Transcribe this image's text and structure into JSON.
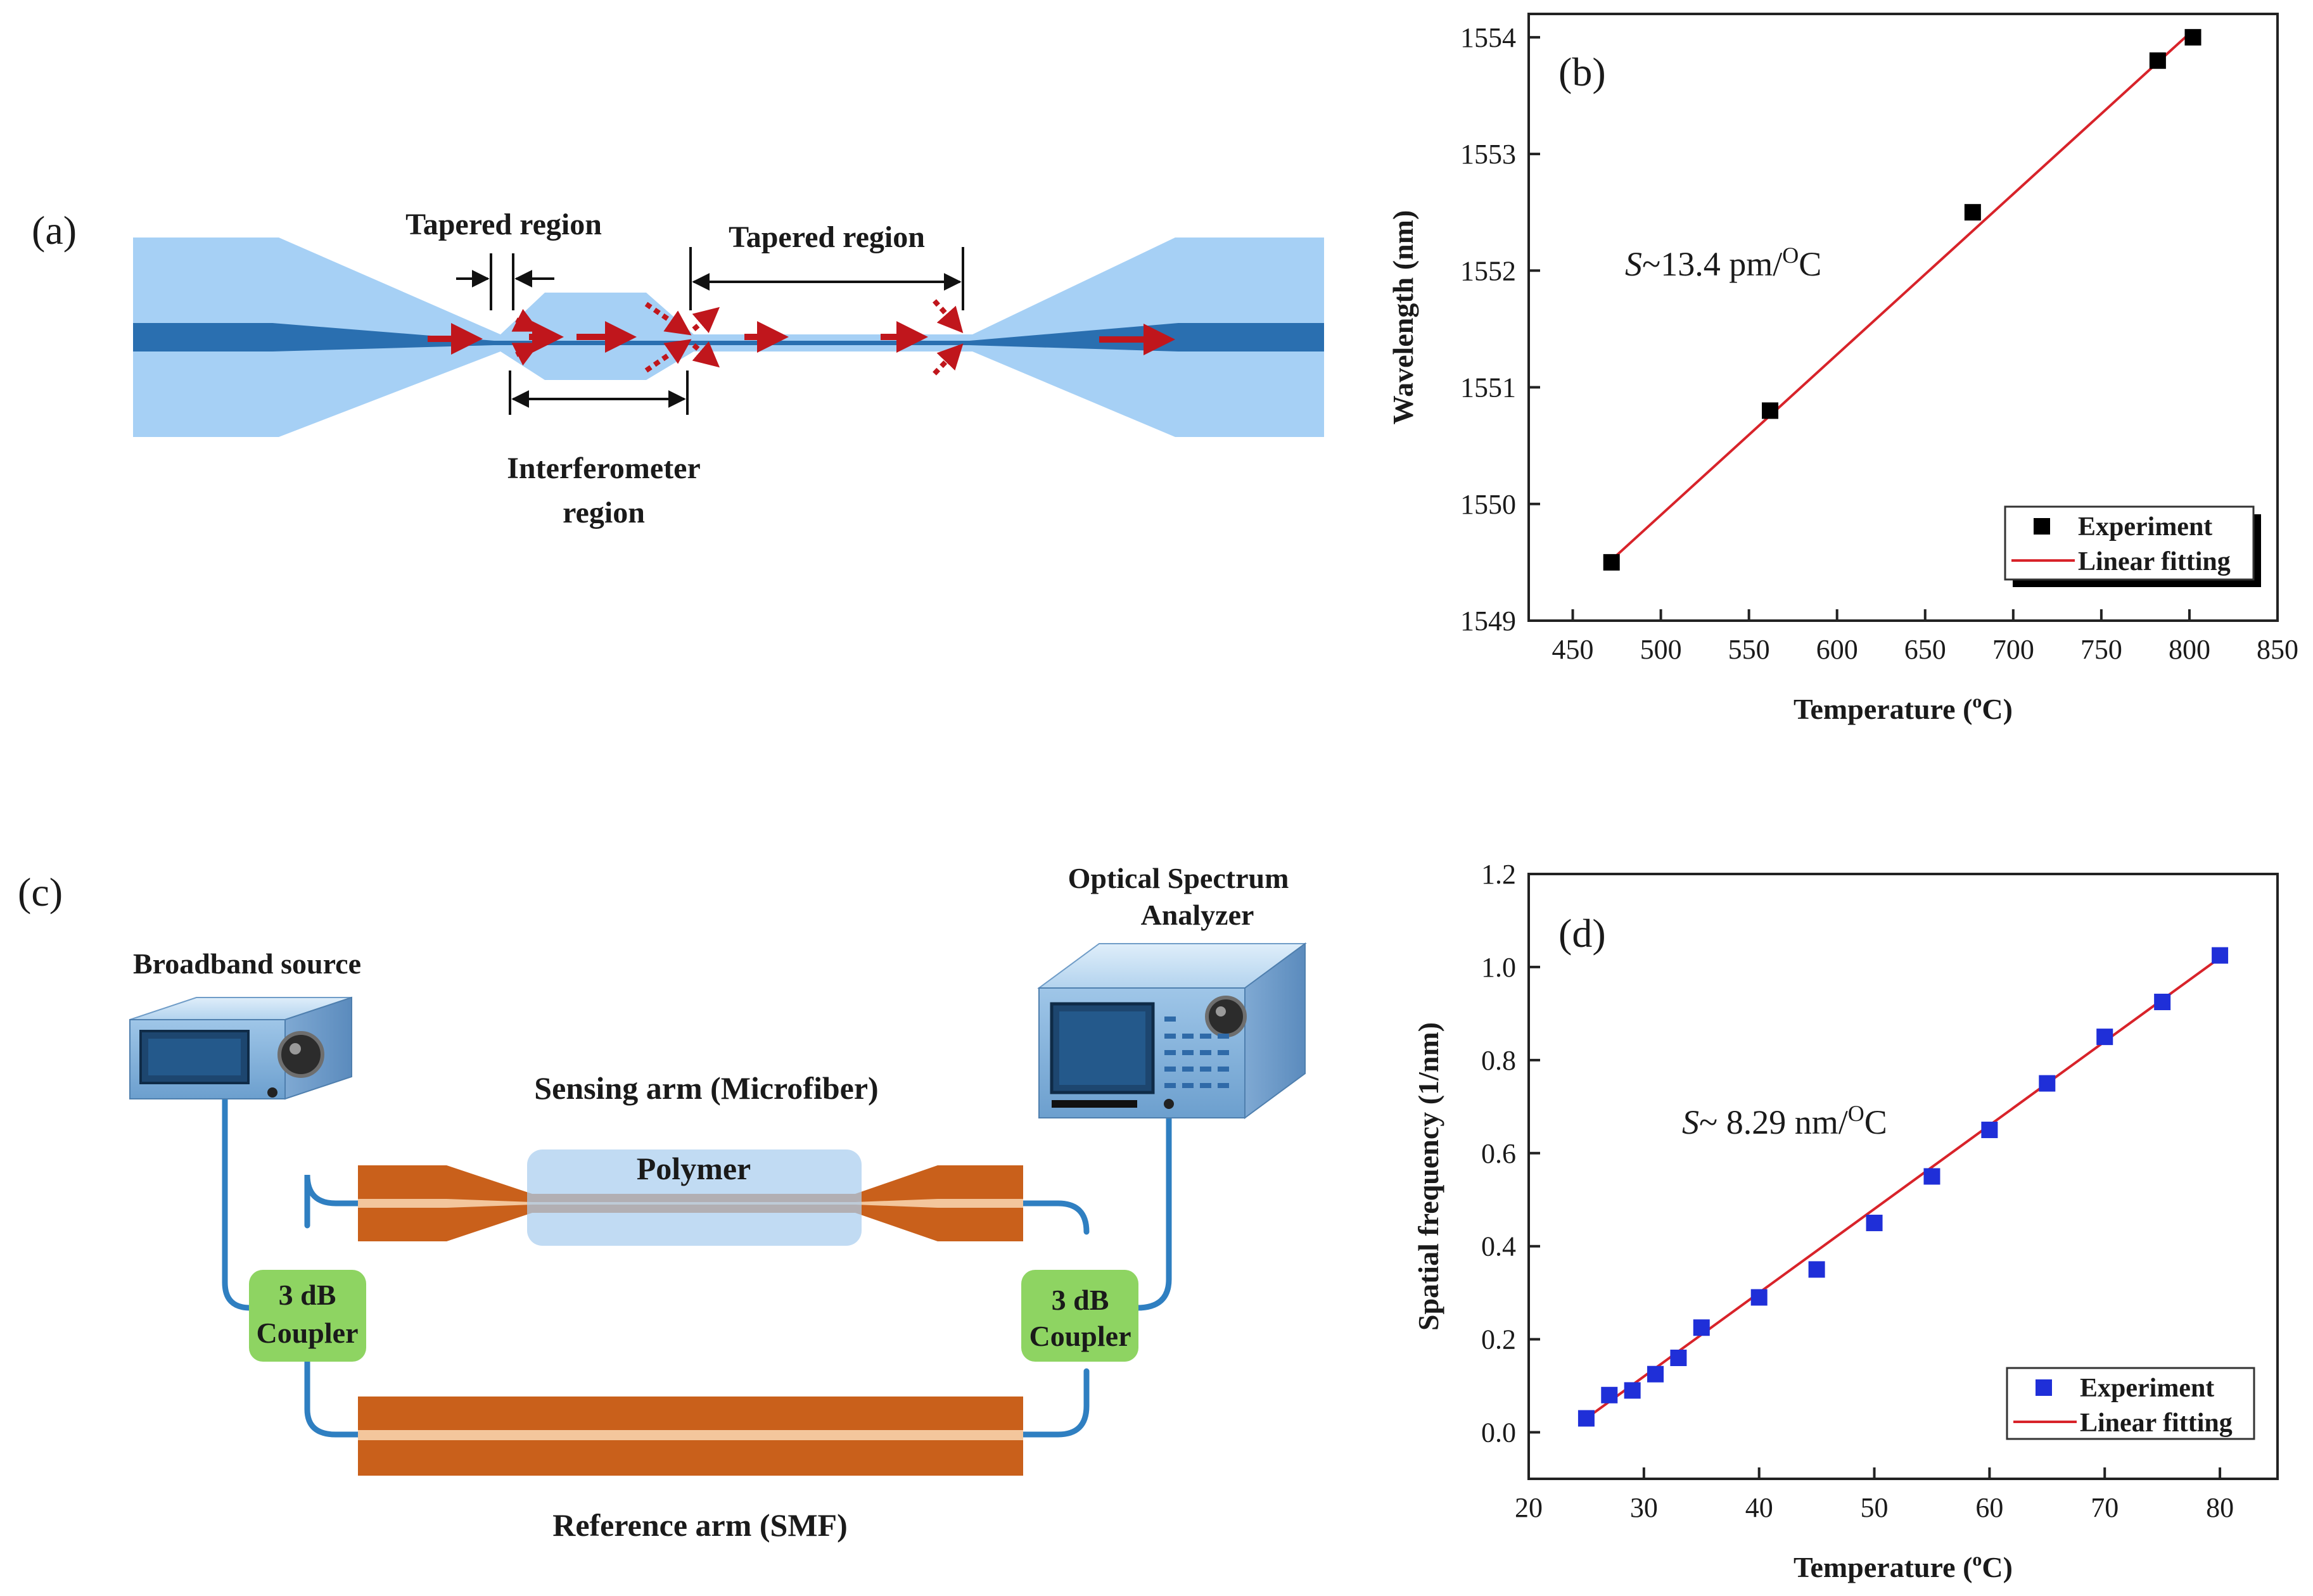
{
  "panel_a": {
    "label": "(a)",
    "tapered_left": "Tapered region",
    "tapered_right": "Tapered region",
    "interferometer_line1": "Interferometer",
    "interferometer_line2": "region",
    "colors": {
      "cladding": "#a6d0f5",
      "core": "#2a6fb0",
      "arrow": "#c0161c"
    }
  },
  "panel_c": {
    "label": "(c)",
    "broadband_source": "Broadband source",
    "osa_line1": "Optical Spectrum",
    "osa_line2": "Analyzer",
    "sensing_arm": "Sensing arm (Microfiber)",
    "polymer": "Polymer",
    "coupler_left_line1": "3 dB",
    "coupler_left_line2": "Coupler",
    "coupler_right_line1": "3 dB",
    "coupler_right_line2": "Coupler",
    "reference_arm": "Reference arm (SMF)",
    "colors": {
      "fiber": "#c9601b",
      "coupler": "#8ed462",
      "polymer": "#a9cdef",
      "cable": "#2f7fc1"
    }
  },
  "chart_data": [
    {
      "panel_label": "(b)",
      "type": "scatter",
      "annotation_prefix": "S",
      "annotation": "~13.4 pm/",
      "annotation_unit_sup": "O",
      "annotation_unit": "C",
      "xlabel": "Temperature (",
      "xlabel_sup": "o",
      "xlabel_end": "C)",
      "ylabel": "Wavelength (nm)",
      "xlim": [
        425,
        850
      ],
      "ylim": [
        1549,
        1554.2
      ],
      "xticks": [
        450,
        500,
        550,
        600,
        650,
        700,
        750,
        800,
        850
      ],
      "yticks": [
        1549,
        1550,
        1551,
        1552,
        1553,
        1554
      ],
      "legend_position": "bottom-right",
      "series": [
        {
          "name": "Experiment",
          "kind": "points",
          "marker": "square",
          "color": "#000000",
          "x": [
            472,
            562,
            677,
            782,
            802
          ],
          "y": [
            1549.5,
            1550.8,
            1552.5,
            1553.8,
            1554.0
          ]
        },
        {
          "name": "Linear fitting",
          "kind": "line",
          "color": "#d8232a",
          "x": [
            472,
            802
          ],
          "y": [
            1549.52,
            1554.06
          ]
        }
      ]
    },
    {
      "panel_label": "(d)",
      "type": "scatter",
      "annotation_prefix": "S",
      "annotation": "~ 8.29 nm/",
      "annotation_unit_sup": "O",
      "annotation_unit": "C",
      "xlabel": "Temperature (",
      "xlabel_sup": "o",
      "xlabel_end": "C)",
      "ylabel": "Spatial frequency (1/nm)",
      "xlim": [
        20,
        85
      ],
      "ylim": [
        -0.1,
        1.2
      ],
      "xticks": [
        20,
        30,
        40,
        50,
        60,
        70,
        80
      ],
      "yticks": [
        0.0,
        0.2,
        0.4,
        0.6,
        0.8,
        1.0,
        1.2
      ],
      "legend_position": "bottom-right",
      "series": [
        {
          "name": "Experiment",
          "kind": "points",
          "marker": "square",
          "color": "#1f2fd8",
          "x": [
            25,
            27,
            29,
            31,
            33,
            35,
            40,
            45,
            50,
            55,
            60,
            65,
            70,
            75,
            80
          ],
          "y": [
            0.03,
            0.08,
            0.09,
            0.125,
            0.16,
            0.225,
            0.29,
            0.35,
            0.45,
            0.55,
            0.65,
            0.75,
            0.85,
            0.925,
            1.025
          ]
        },
        {
          "name": "Linear fitting",
          "kind": "line",
          "color": "#d8232a",
          "x": [
            25,
            80
          ],
          "y": [
            0.03,
            1.02
          ]
        }
      ]
    }
  ]
}
